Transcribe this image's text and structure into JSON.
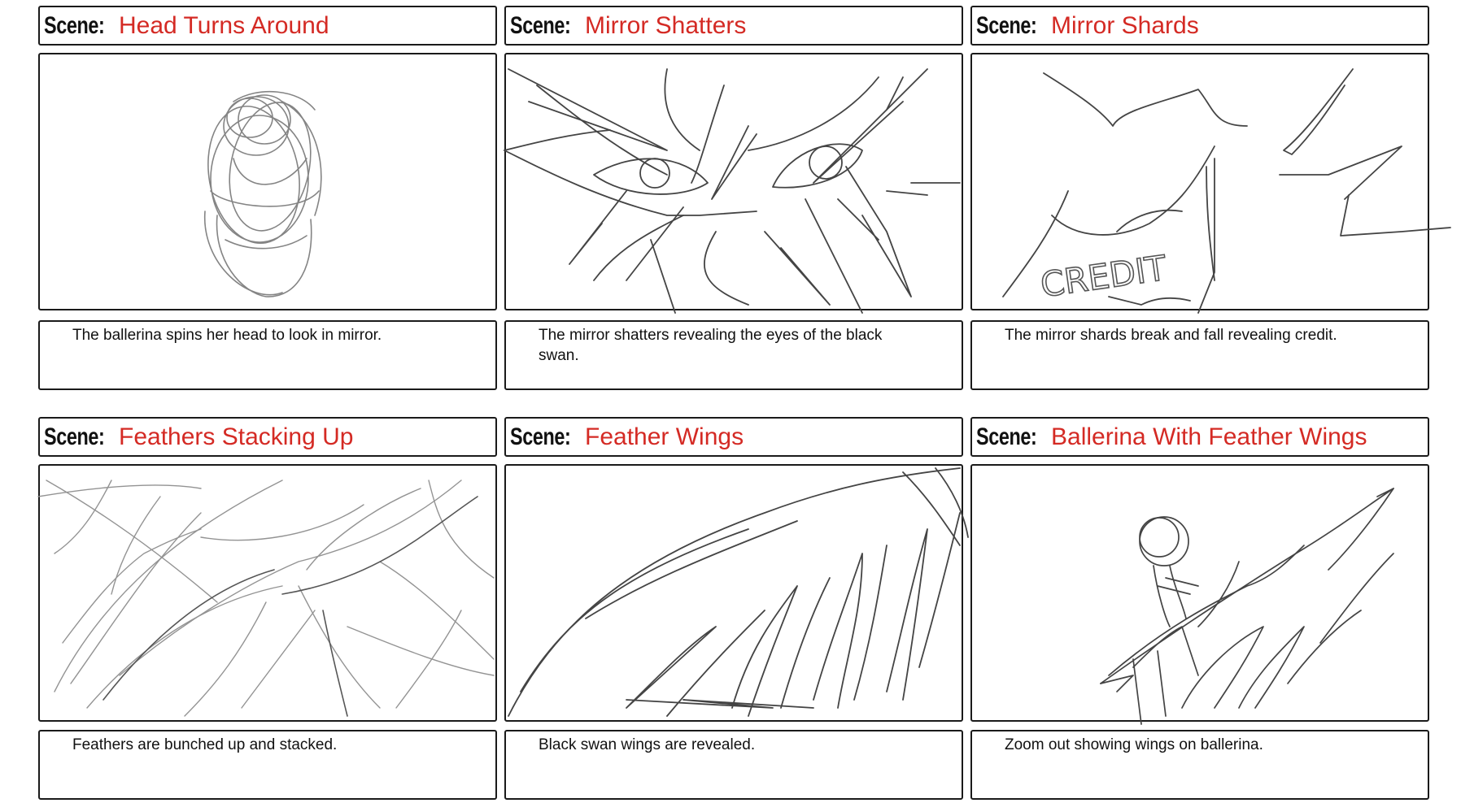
{
  "scene_prefix": "Scene:",
  "panels": [
    {
      "title": "Head Turns Around",
      "caption": "The ballerina spins her head to look in mirror."
    },
    {
      "title": "Mirror Shatters",
      "caption": "The mirror shatters revealing the eyes of the black swan."
    },
    {
      "title": "Mirror Shards",
      "caption": "The mirror shards break and fall revealing credit.",
      "sketch_text": "CREDIT"
    },
    {
      "title": "Feathers Stacking Up",
      "caption": "Feathers are bunched up and stacked."
    },
    {
      "title": "Feather Wings",
      "caption": "Black swan wings are revealed."
    },
    {
      "title": "Ballerina With Feather Wings",
      "caption": "Zoom out showing wings on ballerina."
    }
  ],
  "colors": {
    "scene_name": "#d42a24",
    "border": "#1a1a1a",
    "sketch": "#555555"
  }
}
